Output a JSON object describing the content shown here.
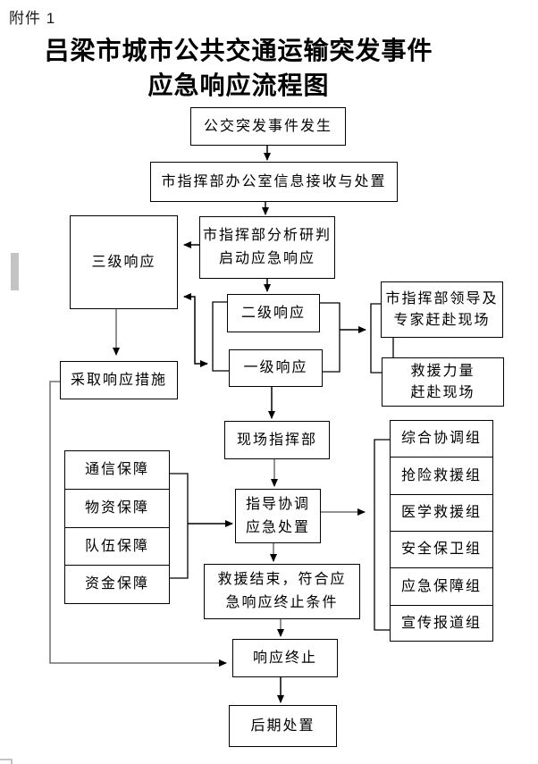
{
  "page": {
    "attachment_label": "附件 1",
    "title_line1": "吕梁市城市公共交通运输突发事件",
    "title_line2": "应急响应流程图"
  },
  "nodes": {
    "start": "公交突发事件发生",
    "info_receive": "市指挥部办公室信息接收与处置",
    "analyze": "市指挥部分析研判\n启动应急响应",
    "level3": "三级响应",
    "level2": "二级响应",
    "level1": "一级响应",
    "leaders": "市指挥部领导及\n专家赶赴现场",
    "rescue_force": "救援力量\n赶赴现场",
    "measures": "采取响应措施",
    "onsite_hq": "现场指挥部",
    "guide": "指导协调\n应急处置",
    "end_condition": "救援结束，符合应\n急响应终止条件",
    "terminate": "响应终止",
    "aftermath": "后期处置"
  },
  "guarantees": [
    "通信保障",
    "物资保障",
    "队伍保障",
    "资金保障"
  ],
  "groups": [
    "综合协调组",
    "抢险救援组",
    "医学救援组",
    "安全保卫组",
    "应急保障组",
    "宣传报道组"
  ],
  "colors": {
    "line": "#000000",
    "grey_line": "#6e6e6e",
    "scroll_mark": "#c4c4c4"
  }
}
